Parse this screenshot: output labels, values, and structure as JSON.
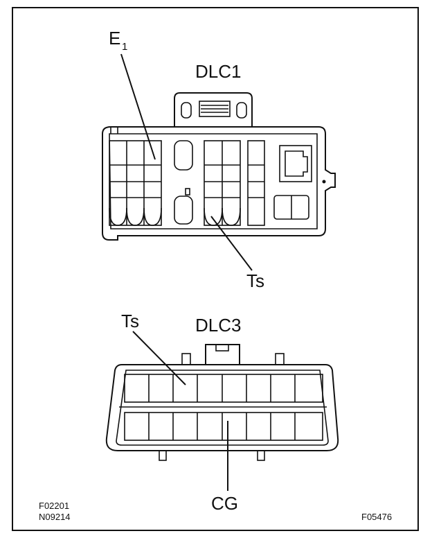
{
  "labels": {
    "dlc1_title": "DLC1",
    "dlc3_title": "DLC3",
    "e1_main": "E",
    "e1_sub": "1",
    "ts_dlc1": "Ts",
    "ts_dlc3": "Ts",
    "cg": "CG"
  },
  "codes": {
    "left_top": "F02201",
    "left_bottom": "N09214",
    "right": "F05476"
  }
}
